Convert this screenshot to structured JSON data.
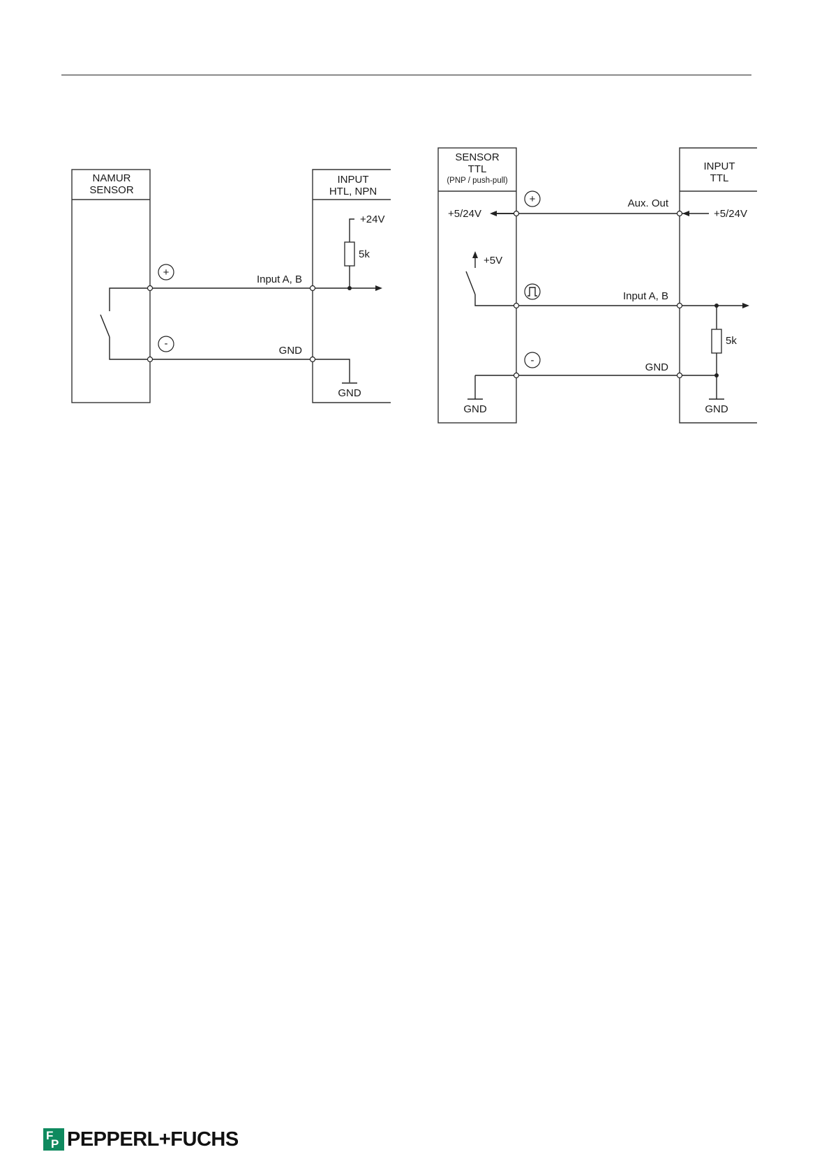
{
  "left": {
    "sensor_title": [
      "NAMUR",
      "SENSOR"
    ],
    "input_title": [
      "INPUT",
      "HTL, NPN"
    ],
    "plus_label": "+24V",
    "resistor": "5k",
    "signal": "Input A, B",
    "gnd_line": "GND",
    "gnd_bottom": "GND",
    "sym_plus": "+",
    "sym_minus": "-"
  },
  "right": {
    "sensor_title": [
      "SENSOR",
      "TTL"
    ],
    "sensor_sub": "(PNP / push-pull)",
    "input_title": [
      "INPUT",
      "TTL"
    ],
    "supply_left": "+5/24V",
    "supply_right": "+5/24V",
    "aux": "Aux. Out",
    "vcc": "+5V",
    "signal": "Input A, B",
    "resistor": "5k",
    "gnd_line": "GND",
    "gnd_left": "GND",
    "gnd_right": "GND",
    "sym_plus": "+",
    "sym_pulse": "⎍",
    "sym_minus": "-"
  },
  "footer": {
    "logo_text": "PEPPERL+FUCHS",
    "logo_mark": [
      "F",
      "P"
    ],
    "brand_color": "#0f8a5f"
  }
}
